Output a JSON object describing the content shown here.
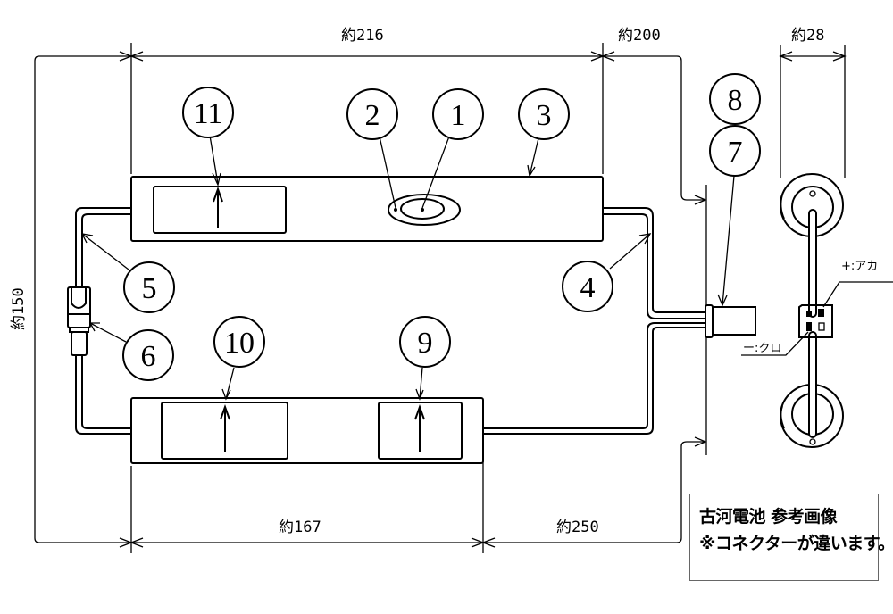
{
  "dimensions": {
    "top_width": "約216",
    "wire_top_right": "約200",
    "battery_diameter": "約28",
    "left_height": "約150",
    "bottom_width": "約167",
    "wire_bottom_right": "約250"
  },
  "callouts": [
    "1",
    "2",
    "3",
    "4",
    "5",
    "6",
    "7",
    "8",
    "9",
    "10",
    "11"
  ],
  "connector_labels": {
    "plus": "+:アカ",
    "minus": "ー:クロ"
  },
  "note": {
    "line1": "古河電池  参考画像",
    "line2": "※コネクターが違います。"
  }
}
